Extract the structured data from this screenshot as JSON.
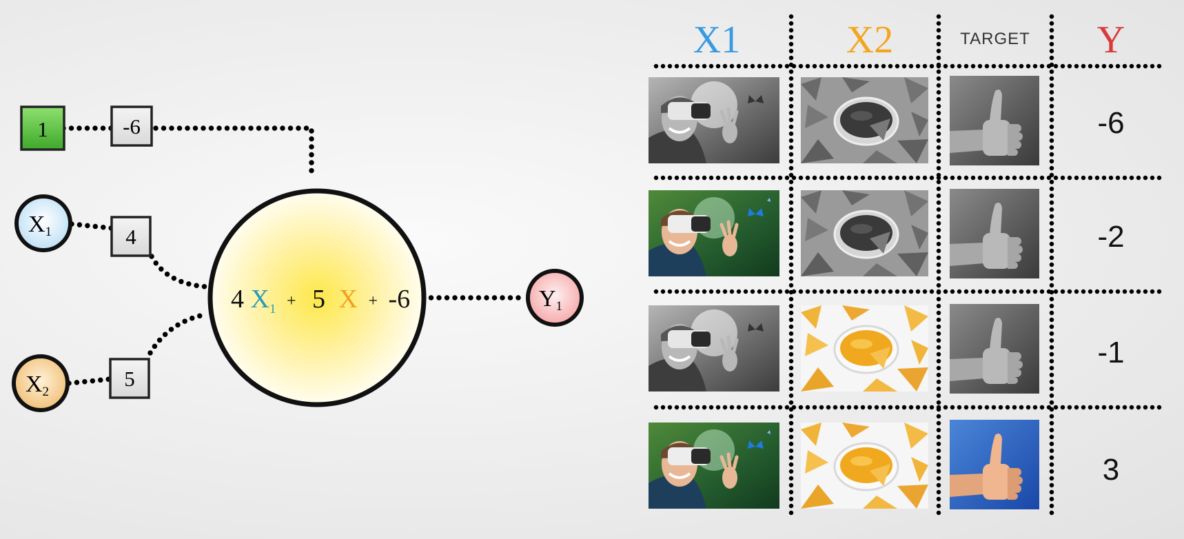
{
  "diagram": {
    "bias_input": "1",
    "bias_weight": "-6",
    "input_1": {
      "letter": "X",
      "sub": "1"
    },
    "input_2": {
      "letter": "X",
      "sub": "2"
    },
    "weight_1": "4",
    "weight_2": "5",
    "output": {
      "letter": "Y",
      "sub": "1"
    },
    "formula": {
      "coef_1": "4",
      "var_1": "X",
      "var_1_sub": "1",
      "plus_1": "+",
      "coef_2": "5",
      "var_2": "X",
      "plus_2": "+",
      "bias": "-6"
    },
    "colors": {
      "x1": "#2f9fd8",
      "x2": "#f0a020",
      "y": "#d93a3a",
      "bias_box": "#58c63e",
      "neuron": "#fff3a0"
    }
  },
  "table": {
    "headers": [
      "X1",
      "X2",
      "TARGET",
      "Y"
    ],
    "header_colors": [
      "#3a9ae0",
      "#f3a51f",
      "#333333",
      "#d93a3a"
    ],
    "rows": [
      {
        "x1_image": "vr-grayscale",
        "x2_image": "nachos-grayscale",
        "target_image": "thumbs-up-grayscale",
        "y": "-6"
      },
      {
        "x1_image": "vr-color",
        "x2_image": "nachos-grayscale",
        "target_image": "thumbs-up-grayscale",
        "y": "-2"
      },
      {
        "x1_image": "vr-grayscale",
        "x2_image": "nachos-color",
        "target_image": "thumbs-up-grayscale",
        "y": "-1"
      },
      {
        "x1_image": "vr-color",
        "x2_image": "nachos-color",
        "target_image": "thumbs-up-color",
        "y": "3"
      }
    ]
  }
}
